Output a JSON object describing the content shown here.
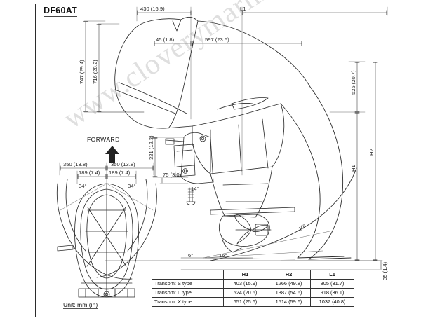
{
  "document": {
    "model_title": "DF60AT",
    "unit_note": "Unit: mm (in)",
    "watermark": "www.cloverymarine.com"
  },
  "labels": {
    "forward": "FORWARD"
  },
  "dimensions": {
    "top_430": "430 (16.9)",
    "top_L1": "L1",
    "top_45": "45 (1.8)",
    "top_597": "597 (23.5)",
    "left_747": "747 (29.4)",
    "left_716": "716 (28.2)",
    "right_525": "525 (20.7)",
    "right_H1": "H1",
    "right_H2": "H2",
    "right_35": "35 (1.4)",
    "mid_321": "321 (12.3)",
    "mid_75": "75 (3.0)",
    "angle_14": "14°",
    "angle_6": "6°",
    "angle_16": "16°",
    "angle_70": "70°",
    "plan_350_left": "350 (13.8)",
    "plan_350_right": "350 (13.8)",
    "plan_189_left": "189 (7.4)",
    "plan_189_right": "189 (7.4)",
    "plan_angle_left": "34°",
    "plan_angle_right": "34°"
  },
  "spec_table": {
    "corner": "",
    "columns": [
      "H1",
      "H2",
      "L1"
    ],
    "rows": [
      {
        "label": "Transom: S type",
        "values": [
          "403 (15.9)",
          "1266 (49.8)",
          "805 (31.7)"
        ]
      },
      {
        "label": "Transom: L type",
        "values": [
          "524 (20.6)",
          "1387 (54.6)",
          "918 (36.1)"
        ]
      },
      {
        "label": "Transom: X type",
        "values": [
          "651 (25.6)",
          "1514 (59.6)",
          "1037 (40.8)"
        ]
      }
    ]
  },
  "colors": {
    "line": "#2b2b2b",
    "dim": "#1f1f1f",
    "frame": "#2b2b2b",
    "watermark": "rgba(130,130,130,0.26)"
  }
}
